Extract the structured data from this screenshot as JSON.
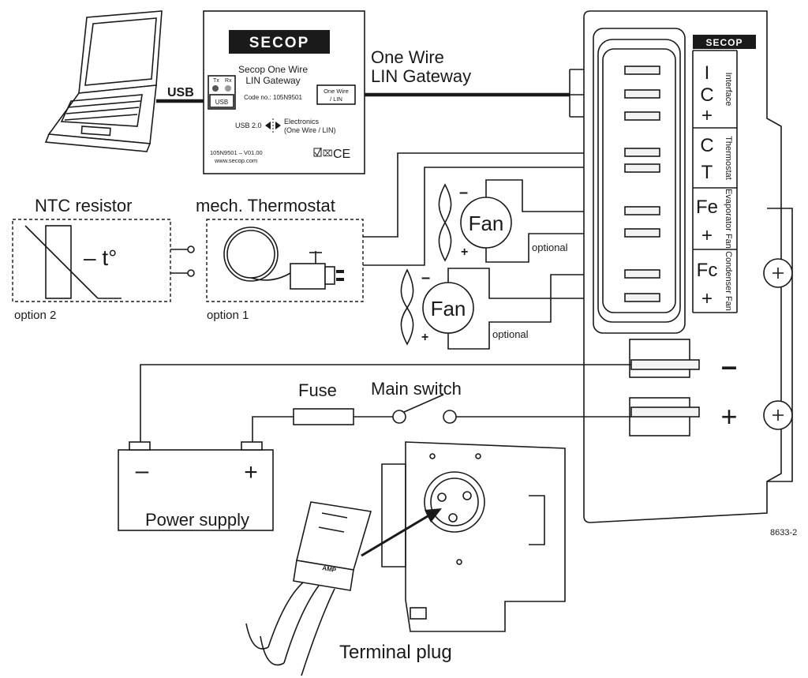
{
  "laptop": {
    "link_label": "USB"
  },
  "gateway_box": {
    "brand": "SECOP",
    "title_line1": "Secop One Wire",
    "title_line2": "LIN Gateway",
    "code": "Code no.: 105N9501",
    "tx": "Tx",
    "rx": "Rx",
    "usb_port": "USB",
    "onewire_port_line1": "One Wire",
    "onewire_port_line2": "/ LIN",
    "usb_version": "USB 2.0",
    "electronics_line1": "Electronics",
    "electronics_line2": "(One Wire / LIN)",
    "version": "105N9501 – V01.00",
    "website": "www.secop.com",
    "ce_mark": "CE"
  },
  "gateway_caption": {
    "line1": "One Wire",
    "line2": "LIN Gateway"
  },
  "ntc": {
    "title": "NTC resistor",
    "symbol": "– t°",
    "option": "option 2"
  },
  "thermostat": {
    "title": "mech. Thermostat",
    "option": "option 1"
  },
  "fans": [
    {
      "label": "Fan",
      "minus": "–",
      "plus": "+",
      "note": "optional"
    },
    {
      "label": "Fan",
      "minus": "–",
      "plus": "+",
      "note": "optional"
    }
  ],
  "controller": {
    "brand": "SECOP",
    "groups": [
      {
        "name": "Interface",
        "pins": [
          "I",
          "C",
          "+"
        ]
      },
      {
        "name": "Thermostat",
        "pins": [
          "C",
          "T"
        ]
      },
      {
        "name": "Evaporator Fan",
        "pins": [
          "Fe",
          "+"
        ]
      },
      {
        "name": "Condenser Fan",
        "pins": [
          "Fc",
          "+"
        ]
      }
    ],
    "supply_minus": "–",
    "supply_plus": "+"
  },
  "fuse_label": "Fuse",
  "main_switch_label": "Main switch",
  "power_supply": {
    "label": "Power supply",
    "minus": "–",
    "plus": "+"
  },
  "terminal_plug": {
    "label": "Terminal plug",
    "brand": "AMP"
  },
  "figure_code": "8633-2"
}
